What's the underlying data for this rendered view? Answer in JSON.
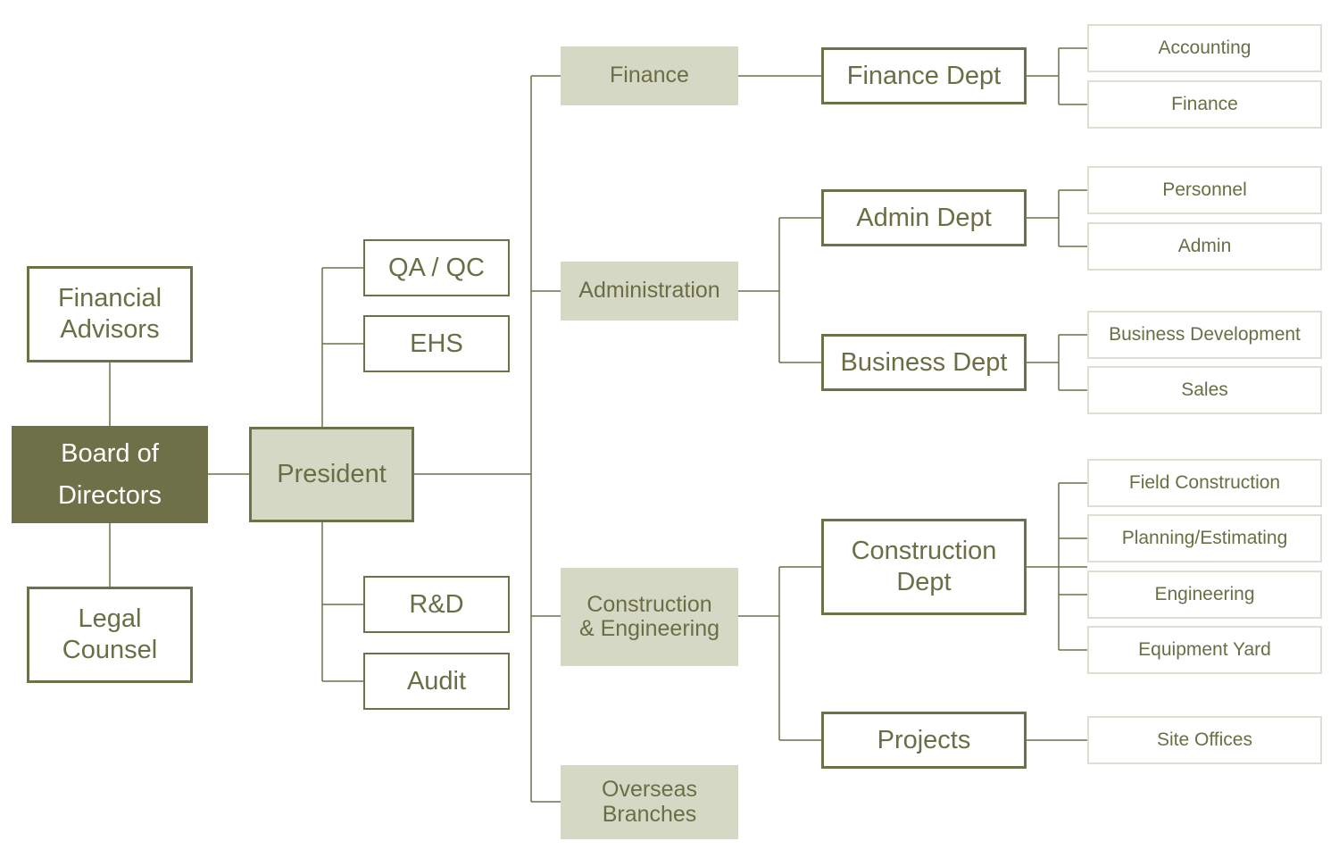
{
  "colors": {
    "dark": "#6e7148",
    "light": "#d5d8c5",
    "text": "#6b6e45",
    "leaf_border": "#dcdfd2"
  },
  "board": {
    "advisors": "Financial Advisors",
    "board": "Board of Directors",
    "legal": "Legal Counsel"
  },
  "president": "President",
  "staff": {
    "qaqc": "QA / QC",
    "ehs": "EHS",
    "rnd": "R&D",
    "audit": "Audit"
  },
  "functions": {
    "finance": "Finance",
    "administration": "Administration",
    "construction": "Construction & Engineering",
    "overseas": "Overseas Branches"
  },
  "departments": {
    "finance": "Finance Dept",
    "admin": "Admin Dept",
    "business": "Business Dept",
    "construction": "Construction Dept",
    "projects": "Projects"
  },
  "units": {
    "accounting": "Accounting",
    "finance": "Finance",
    "personnel": "Personnel",
    "admin": "Admin",
    "bizdev": "Business Development",
    "sales": "Sales",
    "field": "Field Construction",
    "planning": "Planning/Estimating",
    "engineering": "Engineering",
    "equipment": "Equipment Yard",
    "site": "Site Offices"
  }
}
